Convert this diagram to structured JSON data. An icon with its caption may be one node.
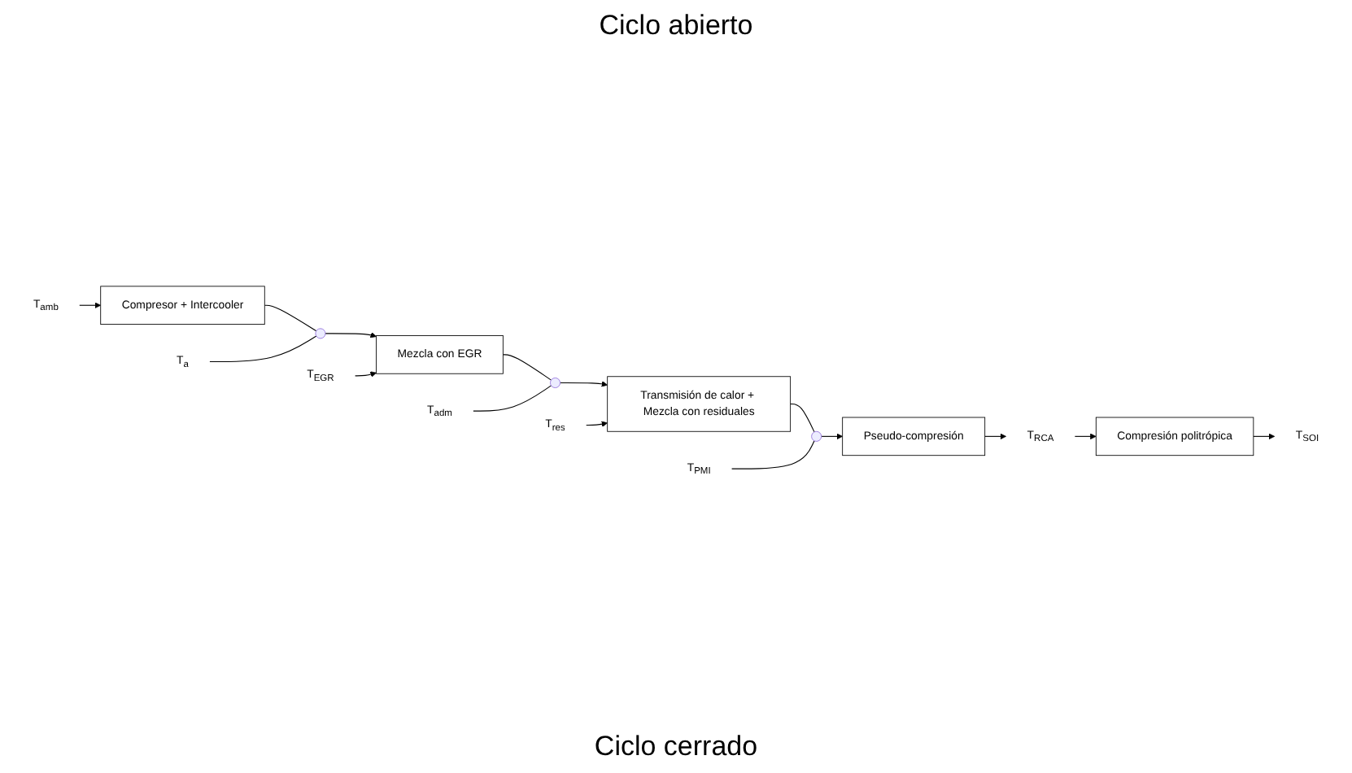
{
  "diagram": {
    "nodes": [
      {
        "text": [
          "T$_{amb}$"
        ]
      },
      {
        "text": [
          "Compresor + Intercooler"
        ]
      },
      {
        "text": [
          "T$_{a}$"
        ]
      },
      {
        "text": [],
        "shape": "circle"
      },
      {
        "text": [
          "Mezcla con EGR"
        ]
      },
      {
        "text": [
          "T$_{EGR}$"
        ]
      },
      {
        "text": [
          "T$_{adm}$"
        ]
      },
      {
        "text": [],
        "shape": "circle"
      },
      {
        "text": [
          "Transmisión de calor + Mezcla con residuales"
        ]
      },
      {
        "text": [
          "T$_{res}$"
        ]
      },
      {
        "text": [
          "T$_{PMI}$"
        ]
      },
      {
        "text": [],
        "shape": "circle"
      },
      {
        "text": [
          "Pseudo-compresión"
        ]
      },
      {
        "text": [
          "T$_{RCA}$"
        ]
      },
      {
        "text": [
          "T$_{SOI}$"
        ]
      },
      {
        "text": [
          "Compresión politrópica"
        ]
      }
    ],
    "edges": [
      {
        "from": 0,
        "to": 1,
        "arrow": "to"
      },
      {
        "from": 1,
        "to": 3,
        "arrow": "none"
      },
      {
        "from": 3,
        "to": 4,
        "arrow": "to"
      },
      {
        "from": 2,
        "to": 3,
        "arrow": "none"
      },
      {
        "from": 5,
        "to": 4,
        "arrow": "to"
      },
      {
        "from": 4,
        "to": 7,
        "arrow": "none"
      },
      {
        "from": 7,
        "to": 8,
        "arrow": "to"
      },
      {
        "from": 6,
        "to": 7,
        "arrow": "none"
      },
      {
        "from": 9,
        "to": 8,
        "arrow": "to"
      },
      {
        "from": 8,
        "to": 11,
        "arrow": "none"
      },
      {
        "from": 11,
        "to": 12,
        "arrow": "to"
      },
      {
        "from": 10,
        "to": 11,
        "arrow": "none"
      },
      {
        "from": 12,
        "to": 13,
        "arrow": "to"
      },
      {
        "from": 13,
        "to": 15,
        "arrow": "to"
      },
      {
        "from": 15,
        "to": 14,
        "arrow": "to"
      }
    ],
    "labels": [
      "Ciclo abierto",
      "Ciclo cerrado"
    ]
  }
}
